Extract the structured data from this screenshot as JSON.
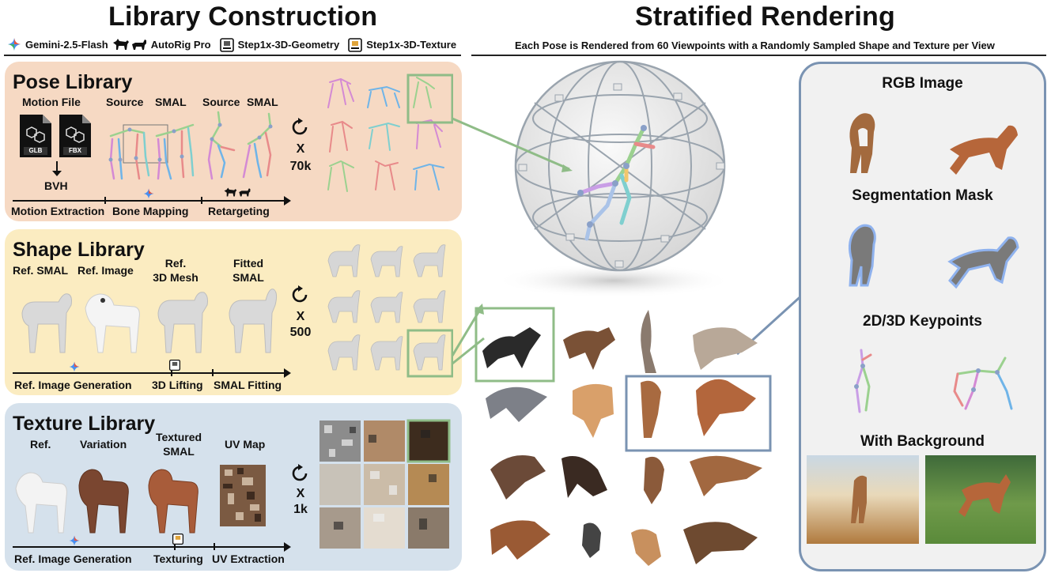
{
  "left_title": "Library Construction",
  "right_title": "Stratified Rendering",
  "legend": {
    "gemini": "Gemini-2.5-Flash",
    "autorig": "AutoRig Pro",
    "step_geometry": "Step1x-3D-Geometry",
    "step_texture": "Step1x-3D-Texture"
  },
  "subtitle": "Each Pose is Rendered from 60 Viewpoints with a Randomly Sampled Shape and Texture per View",
  "pose_library": {
    "title": "Pose Library",
    "labels": {
      "motion_file": "Motion File",
      "source1": "Source",
      "smal1": "SMAL",
      "source2": "Source",
      "smal2": "SMAL"
    },
    "file_glb": "GLB",
    "file_fbx": "FBX",
    "bvh": "BVH",
    "steps": [
      "Motion Extraction",
      "Bone Mapping",
      "Retargeting"
    ],
    "count_x": "X",
    "count": "70k"
  },
  "shape_library": {
    "title": "Shape Library",
    "labels": {
      "ref_smal": "Ref. SMAL",
      "ref_image": "Ref. Image",
      "ref_mesh": "Ref.\n3D Mesh",
      "fitted": "Fitted\nSMAL"
    },
    "steps": [
      "Ref. Image Generation",
      "3D Lifting",
      "SMAL Fitting"
    ],
    "count_x": "X",
    "count": "500"
  },
  "texture_library": {
    "title": "Texture Library",
    "labels": {
      "ref": "Ref.",
      "variation": "Variation",
      "textured": "Textured\nSMAL",
      "uv_map": "UV Map"
    },
    "steps": [
      "Ref. Image Generation",
      "Texturing",
      "UV Extraction"
    ],
    "count_x": "X",
    "count": "1k"
  },
  "render_panel": {
    "rgb": "RGB Image",
    "segmentation": "Segmentation Mask",
    "keypoints": "2D/3D Keypoints",
    "background": "With Background"
  },
  "colors": {
    "pose_bg": "#f6d9c3",
    "shape_bg": "#fbecc1",
    "texture_bg": "#d5e1ec",
    "green_box": "#8fbc87",
    "blue_box": "#7a93b2",
    "render_bg": "#f1f1f1"
  }
}
